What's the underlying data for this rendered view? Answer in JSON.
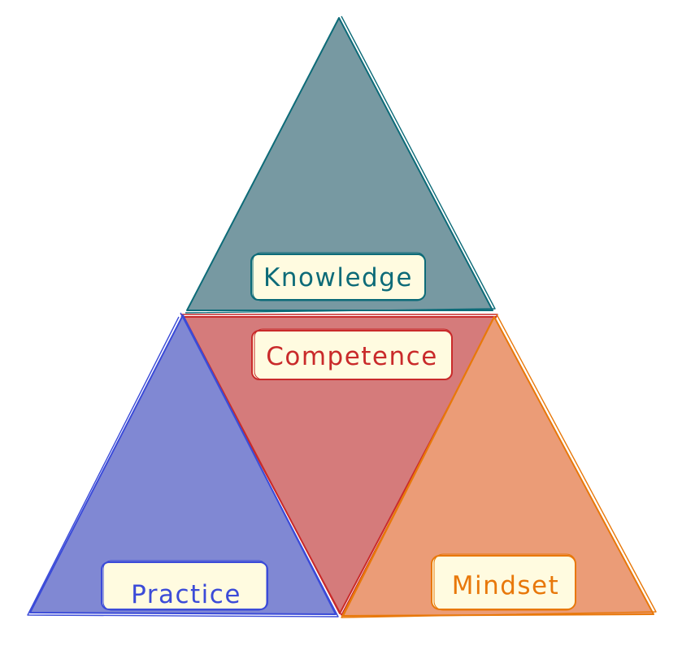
{
  "diagram": {
    "knowledge": {
      "label": "Knowledge",
      "fill": "#7799a2",
      "stroke": "#0d6b78",
      "text_color": "#0d6b78"
    },
    "competence": {
      "label": "Competence",
      "fill": "#d57b7b",
      "stroke": "#c92a2a",
      "text_color": "#c92a2a"
    },
    "practice": {
      "label": "Practice",
      "fill": "#8088d3",
      "stroke": "#3b4bd8",
      "text_color": "#3b4bd8"
    },
    "mindset": {
      "label": "Mindset",
      "fill": "#eb9c77",
      "stroke": "#e8780a",
      "text_color": "#e8780a"
    },
    "label_box_fill": "#fffbe0"
  }
}
